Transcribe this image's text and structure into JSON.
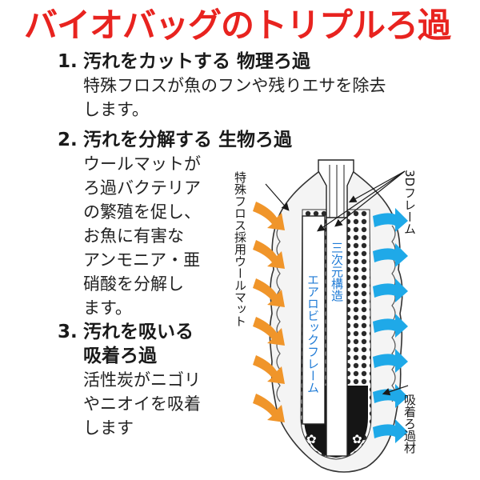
{
  "title": "バイオバッグのトリプルろ過",
  "colors": {
    "accent": "#e8231f",
    "orange": "#f0952a",
    "blue": "#1fa9e8",
    "dark": "#111111"
  },
  "sections": [
    {
      "number": "1.",
      "heading": "汚れをカットする 物理ろ過",
      "lines": [
        "特殊フロスが魚のフンや残りエサを除去",
        "します。"
      ]
    },
    {
      "number": "2.",
      "heading": "汚れを分解する 生物ろ過",
      "lines": [
        "ウールマットが",
        "ろ過バクテリア",
        "の繁殖を促し、",
        "お魚に有害な",
        "アンモニア・亜",
        "硝酸を分解し",
        "ます。"
      ]
    },
    {
      "number": "3.",
      "heading": "汚れを吸いる",
      "heading2": "吸着ろ過",
      "lines": [
        "活性炭がニゴリ",
        "やニオイを吸着",
        "します"
      ]
    }
  ],
  "diagram": {
    "label_left": "特殊フロス採用ウールマット",
    "label_3d": "3Dフレーム",
    "label_aerobic": "エアロビックフレーム",
    "label_3d_structure": "三次元構造",
    "label_adsorb": "吸着ろ過材"
  }
}
